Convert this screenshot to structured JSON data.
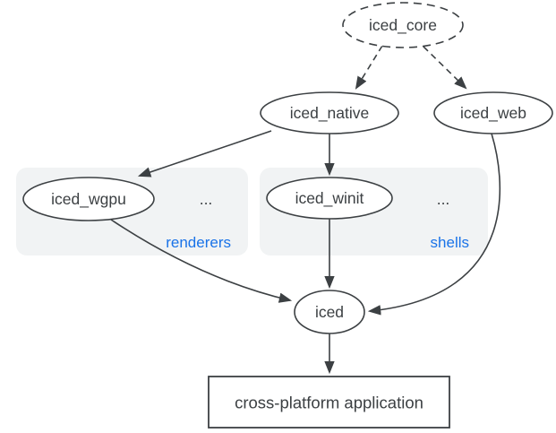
{
  "diagram": {
    "nodes": {
      "iced_core": "iced_core",
      "iced_native": "iced_native",
      "iced_web": "iced_web",
      "iced_wgpu": "iced_wgpu",
      "iced_winit": "iced_winit",
      "iced": "iced",
      "app": "cross-platform application"
    },
    "groups": {
      "renderers": {
        "label": "renderers",
        "ellipsis": "..."
      },
      "shells": {
        "label": "shells",
        "ellipsis": "..."
      }
    },
    "edges": [
      {
        "from": "iced_core",
        "to": "iced_native",
        "style": "dashed"
      },
      {
        "from": "iced_core",
        "to": "iced_web",
        "style": "dashed"
      },
      {
        "from": "iced_native",
        "to": "iced_wgpu",
        "style": "solid"
      },
      {
        "from": "iced_native",
        "to": "iced_winit",
        "style": "solid"
      },
      {
        "from": "iced_winit",
        "to": "iced",
        "style": "solid"
      },
      {
        "from": "iced_wgpu",
        "to": "iced",
        "style": "solid"
      },
      {
        "from": "iced_web",
        "to": "iced",
        "style": "solid"
      },
      {
        "from": "iced",
        "to": "cross-platform application",
        "style": "solid"
      }
    ],
    "colors": {
      "stroke": "#3c4043",
      "text": "#3c4043",
      "group_background": "#f1f3f4",
      "accent_blue": "#1a73e8",
      "background": "#ffffff"
    }
  }
}
